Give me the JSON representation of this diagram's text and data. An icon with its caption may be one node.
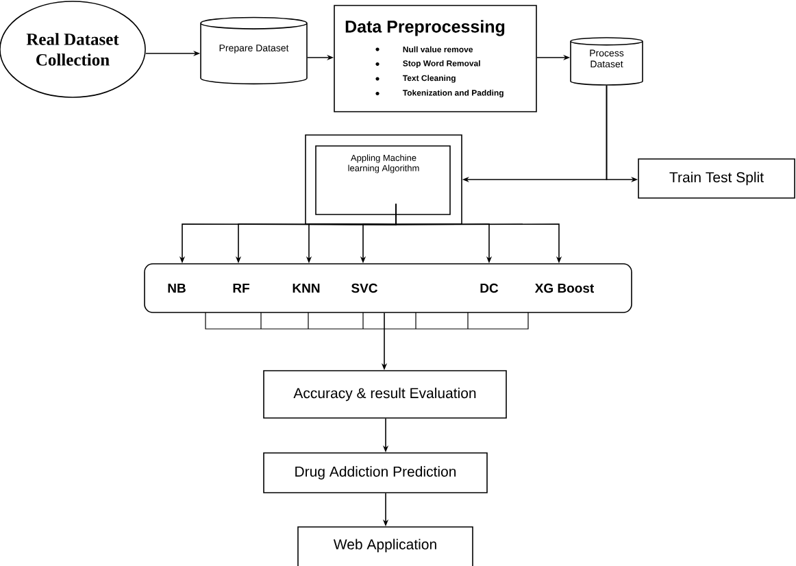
{
  "diagram": {
    "nodes": [
      {
        "text": [
          "Real Dataset Collection"
        ]
      },
      {
        "text": [
          "Prepare Dataset"
        ]
      },
      {
        "text": [
          "Data Preprocessing",
          "Null value remove",
          "Stop Word Removal",
          "Text Cleaning",
          "Tokenization and Padding"
        ]
      },
      {
        "text": [
          "Process Dataset"
        ]
      },
      {
        "text": [
          "Appling Machine learning Algorithm"
        ]
      },
      {
        "text": [
          "Train Test Split"
        ]
      },
      {
        "text": [],
        "shape": "box"
      },
      {
        "text": [
          "NB"
        ],
        "in": 6
      },
      {
        "text": [
          "RF"
        ],
        "in": 6
      },
      {
        "text": [
          "KNN"
        ],
        "in": 6
      },
      {
        "text": [
          "SVC"
        ],
        "in": 6
      },
      {
        "text": [
          "DC"
        ],
        "in": 6
      },
      {
        "text": [
          "XG Boost"
        ],
        "in": 6
      },
      {
        "text": [
          "Accuracy & result Evaluation"
        ]
      },
      {
        "text": [
          "Drug Addiction Prediction"
        ]
      },
      {
        "text": [
          "Web Application"
        ]
      }
    ],
    "edges": [
      {
        "from": 0,
        "to": 1,
        "arrow": "to"
      },
      {
        "from": 1,
        "to": 2,
        "arrow": "to"
      },
      {
        "from": 2,
        "to": 3,
        "arrow": "to"
      },
      {
        "from": 3,
        "to": 4,
        "arrow": "to"
      },
      {
        "from": 3,
        "to": 5,
        "arrow": "to"
      },
      {
        "from": 4,
        "to": 7,
        "arrow": "to"
      },
      {
        "from": 4,
        "to": 8,
        "arrow": "to"
      },
      {
        "from": 4,
        "to": 9,
        "arrow": "to"
      },
      {
        "from": 4,
        "to": 10,
        "arrow": "to"
      },
      {
        "from": 4,
        "to": 11,
        "arrow": "to"
      },
      {
        "from": 4,
        "to": 12,
        "arrow": "to"
      },
      {
        "from": 6,
        "to": 13,
        "arrow": "to"
      },
      {
        "from": 13,
        "to": 14,
        "arrow": "to"
      },
      {
        "from": 14,
        "to": 15,
        "arrow": "to"
      }
    ]
  }
}
